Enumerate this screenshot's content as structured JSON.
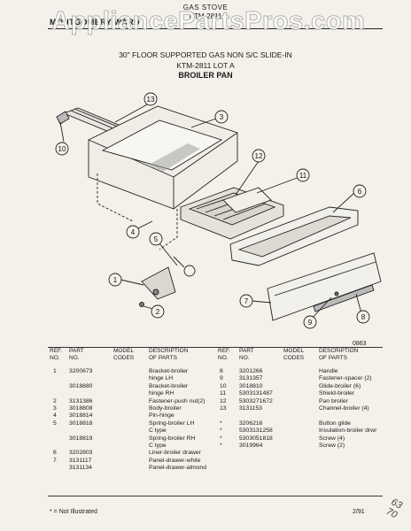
{
  "watermark": "AppliancePartsPros.com",
  "header": {
    "left": "MONTGOMERY WARD",
    "center": "GAS STOVE",
    "model": "KTM-2811"
  },
  "title": {
    "line1": "30\" FLOOR SUPPORTED GAS NON S/C SLIDE-IN",
    "line2": "KTM-2811 LOT A",
    "line3": "BROILER PAN"
  },
  "diagram": {
    "callouts": [
      "13",
      "3",
      "10",
      "12",
      "11",
      "6",
      "4",
      "5",
      "1",
      "2",
      "7",
      "9",
      "8"
    ],
    "ref_code": "0863"
  },
  "table": {
    "headers": {
      "ref": "REF.\nNO.",
      "part": "PART\nNO.",
      "model": "MODEL\nCODES",
      "desc": "DESCRIPTION\nOF PARTS"
    },
    "left_rows": [
      {
        "ref": "1",
        "part": "3200673",
        "desc": "Bracket-broiler"
      },
      {
        "ref": "",
        "part": "",
        "desc": "hinge LH"
      },
      {
        "ref": "",
        "part": "3018880",
        "desc": "Bracket-broiler"
      },
      {
        "ref": "",
        "part": "",
        "desc": "hinge RH"
      },
      {
        "ref": "2",
        "part": "3131386",
        "desc": "Fastener-push nut(2)"
      },
      {
        "ref": "3",
        "part": "3018808",
        "desc": "Body-broiler"
      },
      {
        "ref": "4",
        "part": "3018814",
        "desc": "Pin-hinge"
      },
      {
        "ref": "5",
        "part": "3018818",
        "desc": "Spring-broiler LH"
      },
      {
        "ref": "",
        "part": "",
        "desc": "C type"
      },
      {
        "ref": "",
        "part": "3018819",
        "desc": "Spring-broiler RH"
      },
      {
        "ref": "",
        "part": "",
        "desc": "C type"
      },
      {
        "ref": "6",
        "part": "3202803",
        "desc": "Liner-broiler drawer"
      },
      {
        "ref": "7",
        "part": "3131117",
        "desc": "Panel-drawer-white"
      },
      {
        "ref": "",
        "part": "3131134",
        "desc": "Panel-drawer-almond"
      }
    ],
    "right_rows": [
      {
        "ref": "8",
        "part": "3201266",
        "desc": "Handle"
      },
      {
        "ref": "9",
        "part": "3131357",
        "desc": "Fastener-spacer (2)"
      },
      {
        "ref": "10",
        "part": "3018810",
        "desc": "Glide-broiler (6)"
      },
      {
        "ref": "11",
        "part": "5303131487",
        "desc": "Shield-broiler"
      },
      {
        "ref": "12",
        "part": "5303271672",
        "desc": "Pan broiler"
      },
      {
        "ref": "13",
        "part": "3131153",
        "desc": "Channel-broiler (4)"
      },
      {
        "ref": "",
        "part": "",
        "desc": ""
      },
      {
        "ref": "*",
        "part": "3206216",
        "desc": "Button glide"
      },
      {
        "ref": "*",
        "part": "5303131258",
        "desc": "Insulation-broiler drwr"
      },
      {
        "ref": "*",
        "part": "5303051818",
        "desc": "Screw (4)"
      },
      {
        "ref": "*",
        "part": "3019964",
        "desc": "Screw (2)"
      }
    ]
  },
  "footer": {
    "note": "* = Not Illustrated",
    "date": "2/91",
    "handwritten": "63 70"
  }
}
